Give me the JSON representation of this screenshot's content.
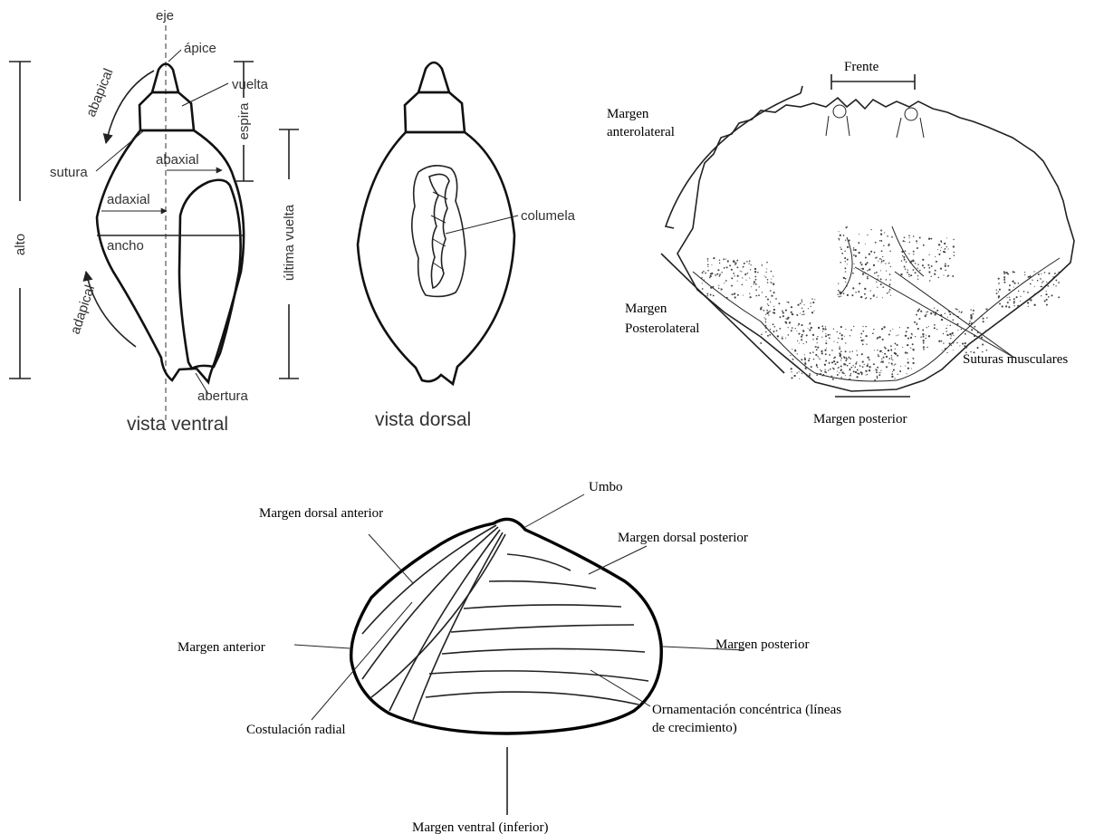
{
  "gastropod": {
    "axis_label": "eje",
    "apex_label": "ápice",
    "whorl_label": "vuelta",
    "abapical_label": "abapical",
    "spire_label": "espira",
    "suture_label": "sutura",
    "abaxial_label": "abaxial",
    "adaxial_label": "adaxial",
    "height_label": "alto",
    "width_label": "ancho",
    "last_whorl_label": "última vuelta",
    "adapical_label": "adapical",
    "aperture_label": "abertura",
    "ventral_caption": "vista ventral",
    "columella_label": "columela",
    "dorsal_caption": "vista dorsal"
  },
  "crab": {
    "front_label": "Frente",
    "anterolateral_label_1": "Margen",
    "anterolateral_label_2": "anterolateral",
    "posterolateral_label_1": "Margen",
    "posterolateral_label_2": "Posterolateral",
    "muscle_sutures_label": "Suturas musculares",
    "posterior_margin_label": "Margen posterior"
  },
  "bivalve": {
    "umbo_label": "Umbo",
    "dorsal_anterior_label": "Margen dorsal anterior",
    "dorsal_posterior_label": "Margen dorsal posterior",
    "anterior_label": "Margen anterior",
    "posterior_label": "Margen posterior",
    "concentric_label_1": "Ornamentación concéntrica (líneas",
    "concentric_label_2": "de crecimiento)",
    "radial_label": "Costulación radial",
    "ventral_label": "Margen ventral (inferior)"
  }
}
